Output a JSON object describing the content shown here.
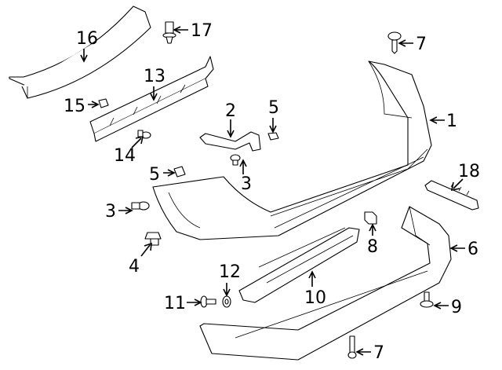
{
  "diagram": {
    "callouts": [
      {
        "id": "c16",
        "number": "16",
        "part": "reinforcement-beam"
      },
      {
        "id": "c17",
        "number": "17",
        "part": "bolt"
      },
      {
        "id": "c7a",
        "number": "7",
        "part": "bolt"
      },
      {
        "id": "c13",
        "number": "13",
        "part": "absorber"
      },
      {
        "id": "c15",
        "number": "15",
        "part": "nut"
      },
      {
        "id": "c2",
        "number": "2",
        "part": "bracket"
      },
      {
        "id": "c5a",
        "number": "5",
        "part": "nut"
      },
      {
        "id": "c1",
        "number": "1",
        "part": "bumper-cover"
      },
      {
        "id": "c14",
        "number": "14",
        "part": "screw"
      },
      {
        "id": "c5b",
        "number": "5",
        "part": "nut"
      },
      {
        "id": "c3a",
        "number": "3",
        "part": "screw"
      },
      {
        "id": "c18",
        "number": "18",
        "part": "reflector"
      },
      {
        "id": "c3b",
        "number": "3",
        "part": "screw"
      },
      {
        "id": "c8",
        "number": "8",
        "part": "clip"
      },
      {
        "id": "c6",
        "number": "6",
        "part": "lower-valance"
      },
      {
        "id": "c4",
        "number": "4",
        "part": "retainer"
      },
      {
        "id": "c12",
        "number": "12",
        "part": "washer"
      },
      {
        "id": "c10",
        "number": "10",
        "part": "skid-plate"
      },
      {
        "id": "c11",
        "number": "11",
        "part": "bolt"
      },
      {
        "id": "c9",
        "number": "9",
        "part": "rivet"
      },
      {
        "id": "c7b",
        "number": "7",
        "part": "bolt"
      }
    ]
  }
}
